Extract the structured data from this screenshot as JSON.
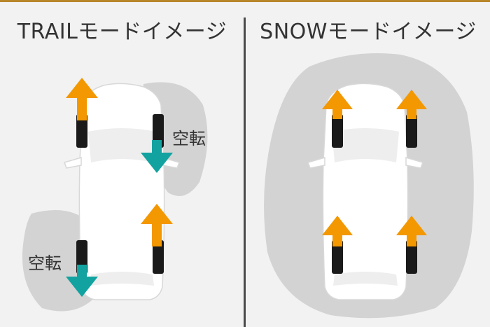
{
  "trail": {
    "title": "TRAILモードイメージ",
    "spin_label_1": "空転",
    "spin_label_2": "空転"
  },
  "snow": {
    "title": "SNOWモードイメージ"
  },
  "colors": {
    "drive_arrow": "#f39800",
    "spin_arrow": "#12a3a0",
    "tire": "#1a1a1a",
    "ground": "#d3d3d3",
    "car_body": "#ffffff",
    "background": "#f2f2f2",
    "divider": "#4a4a4a"
  }
}
